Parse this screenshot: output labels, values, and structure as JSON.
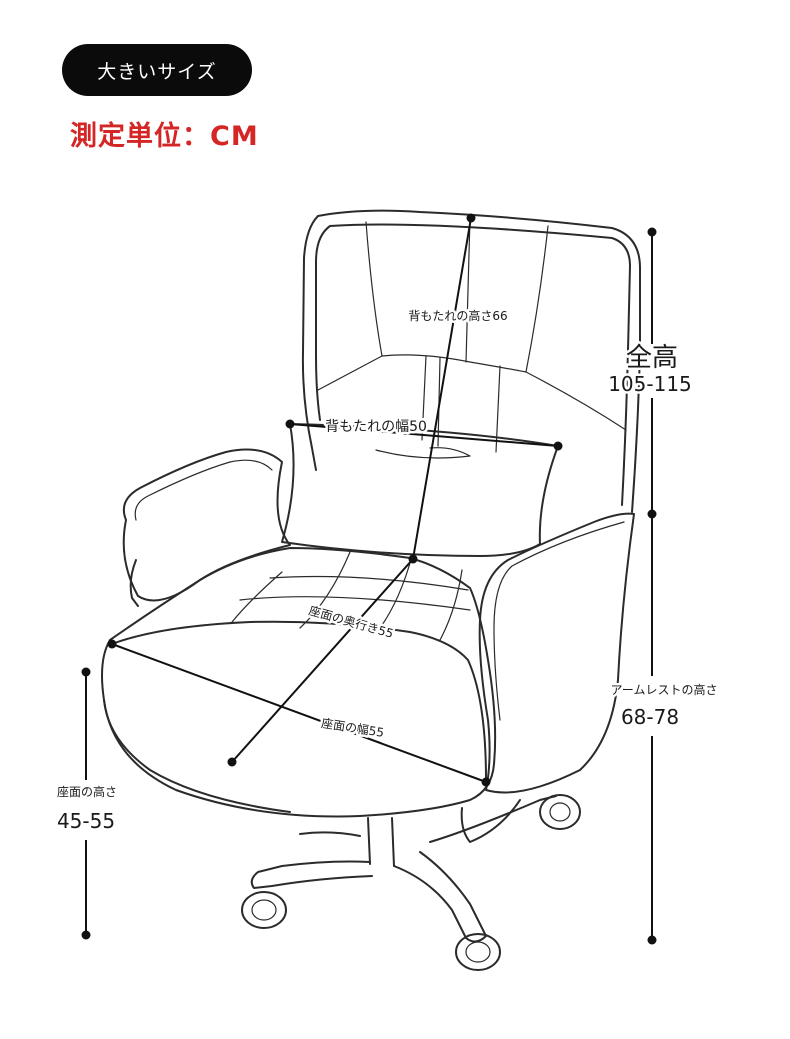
{
  "badge": {
    "label": "大きいサイズ"
  },
  "unit_title": "測定単位：CM",
  "dimensions": {
    "backrest_height": "背もたれの高さ66",
    "backrest_width": "背もたれの幅50",
    "total_height_label": "全高",
    "total_height_value": "105-115",
    "seat_depth": "座面の奥行き55",
    "seat_width": "座面の幅55",
    "armrest_height_label": "アームレストの高さ",
    "armrest_height_value": "68-78",
    "seat_height_label": "座面の高さ",
    "seat_height_value": "45-55"
  },
  "colors": {
    "badge_bg": "#0b0b0b",
    "badge_text": "#ffffff",
    "unit_text": "#d52626",
    "line": "#2b2b2b"
  }
}
